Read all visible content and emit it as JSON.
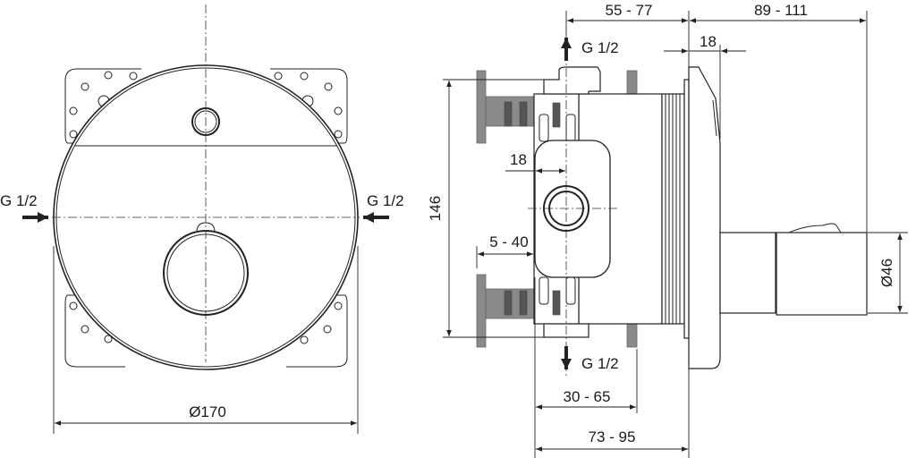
{
  "front_view": {
    "inlet_left": "G 1/2",
    "inlet_right": "G 1/2",
    "diameter": "Ø170"
  },
  "side_view": {
    "outlet_top": "G 1/2",
    "outlet_bottom": "G 1/2",
    "dim_depth_body": "55 - 77",
    "dim_depth_front": "89 - 111",
    "dim_plate": "18",
    "dim_center_offset": "18",
    "dim_height": "146",
    "dim_pipe": "5 - 40",
    "dim_install_min": "30 - 65",
    "dim_install_total": "73 - 95",
    "dim_handle_diameter": "Ø46"
  },
  "colors": {
    "line": "#222222",
    "fitting": "#8a8a8a"
  }
}
